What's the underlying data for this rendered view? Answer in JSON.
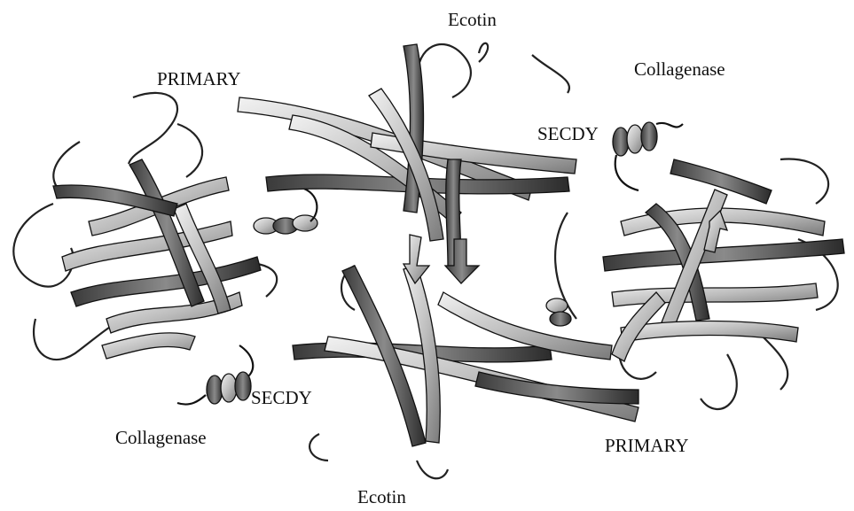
{
  "figure": {
    "labels": {
      "ecotin_top": "Ecotin",
      "ecotin_bottom": "Ecotin",
      "primary_left": "PRIMARY",
      "primary_right": "PRIMARY",
      "secdy_top": "SECDY",
      "secdy_bottom": "SECDY",
      "collagenase_top": "Collagenase",
      "collagenase_bottom": "Collagenase"
    }
  },
  "colors": {
    "ribbon_light": "#d9d9d9",
    "ribbon_mid": "#9a9a9a",
    "ribbon_dark": "#444444",
    "outline": "#111111",
    "background": "#ffffff"
  }
}
